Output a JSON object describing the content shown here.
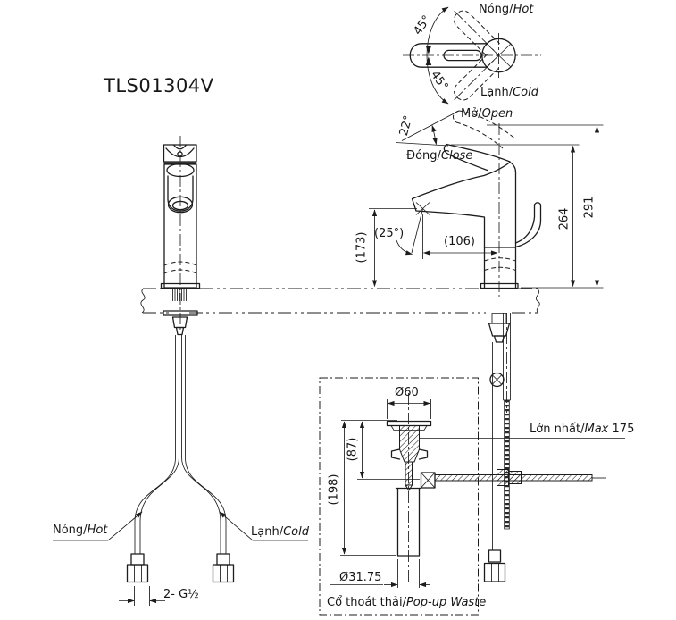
{
  "drawing": {
    "model": "TLS01304V",
    "colors": {
      "line": "#1c1c1c",
      "background": "#ffffff"
    },
    "top_view": {
      "hot_vi": "Nóng/",
      "hot_en": "Hot",
      "cold_vi": "Lạnh/",
      "cold_en": "Cold",
      "swing_up": "45°",
      "swing_down": "45°"
    },
    "side_view": {
      "open_vi": "Mở/",
      "open_en": "Open",
      "close_vi": "Đóng/",
      "close_en": "Close",
      "open_angle": "22°",
      "height_open": "291",
      "height_closed": "264",
      "spout_height": "(173)",
      "spout_reach": "(106)",
      "spout_angle": "(25°)",
      "rod_max_vi": "Lớn nhất/",
      "rod_max_en": "Max",
      "rod_max_value": " 175"
    },
    "front_view": {
      "hot_vi": "Nóng/",
      "hot_en": "Hot",
      "cold_vi": "Lạnh/",
      "cold_en": "Cold",
      "connection": "2- G½"
    },
    "popup_waste": {
      "flange_dia": "Ø60",
      "plug_depth": "(87)",
      "total_length": "(198)",
      "pipe_dia": "Ø31.75",
      "label_vi": "Cổ thoát thải/",
      "label_en": "Pop-up Waste"
    }
  }
}
